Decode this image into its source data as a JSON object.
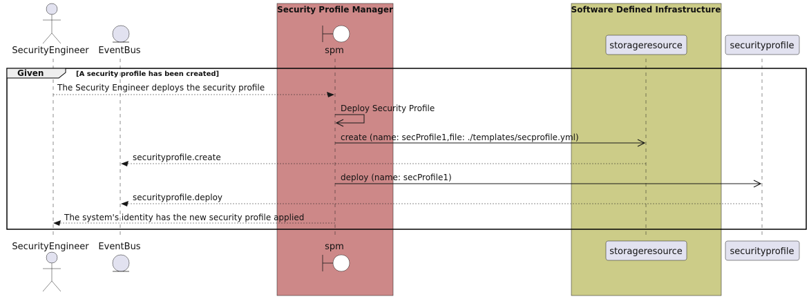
{
  "colors": {
    "participant_fill": "#E2E2F0",
    "participant_stroke": "#181818",
    "arrow": "#181818"
  },
  "boxes": [
    {
      "title": "Security Profile Manager",
      "color": "#CD8888"
    },
    {
      "title": "Software Defined Infrastructure",
      "color": "#CCCC88"
    }
  ],
  "participants": [
    {
      "id": "SecurityEngineer",
      "label": "SecurityEngineer",
      "kind": "actor"
    },
    {
      "id": "EventBus",
      "label": "EventBus",
      "kind": "entity"
    },
    {
      "id": "spm",
      "label": "spm",
      "kind": "boundary"
    },
    {
      "id": "storageresource",
      "label": "storageresource",
      "kind": "participant"
    },
    {
      "id": "securityprofile",
      "label": "securityprofile",
      "kind": "participant"
    }
  ],
  "frame": {
    "keyword": "Given",
    "condition": "[A security profile has been created]"
  },
  "messages": [
    {
      "from": "SecurityEngineer",
      "to": "spm",
      "label": "The Security Engineer deploys the security profile",
      "style": "dashed",
      "head": "half"
    },
    {
      "from": "spm",
      "to": "spm",
      "label": "Deploy Security Profile",
      "style": "solid",
      "head": "open"
    },
    {
      "from": "spm",
      "to": "storageresource",
      "label": "create (name: secProfile1,file: ./templates/secprofile.yml)",
      "style": "solid",
      "head": "open"
    },
    {
      "from": "storageresource",
      "to": "EventBus",
      "label": "securityprofile.create",
      "style": "dashed",
      "head": "half"
    },
    {
      "from": "spm",
      "to": "securityprofile",
      "label": "deploy (name: secProfile1)",
      "style": "solid",
      "head": "open"
    },
    {
      "from": "securityprofile",
      "to": "EventBus",
      "label": "securityprofile.deploy",
      "style": "dashed",
      "head": "half"
    },
    {
      "from": "spm",
      "to": "SecurityEngineer",
      "label": "The system's identity has the new security profile applied",
      "style": "dashed",
      "head": "half"
    }
  ]
}
